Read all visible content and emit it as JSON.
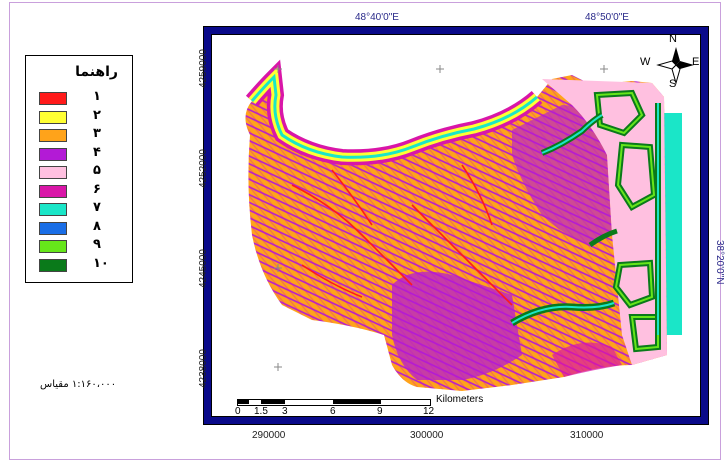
{
  "legend": {
    "title": "راهنما",
    "items": [
      {
        "label": "۱",
        "color": "#ff1a1a"
      },
      {
        "label": "۲",
        "color": "#ffff33"
      },
      {
        "label": "۳",
        "color": "#ffa31a"
      },
      {
        "label": "۴",
        "color": "#b31ad6"
      },
      {
        "label": "۵",
        "color": "#ffc0e0"
      },
      {
        "label": "۶",
        "color": "#d916a8"
      },
      {
        "label": "۷",
        "color": "#1ae6c8"
      },
      {
        "label": "۸",
        "color": "#1a6ee6"
      },
      {
        "label": "۹",
        "color": "#66e61a"
      },
      {
        "label": "۱۰",
        "color": "#0a7a1a"
      }
    ]
  },
  "scale_text": "۱:۱۶۰،۰۰۰ مقیاس",
  "graticule": {
    "top_longitudes": [
      "48°40'0\"E",
      "48°50'0\"E"
    ],
    "right_latitude": "38°20'0\"N",
    "left_northings": [
      "4259000",
      "4252000",
      "4245000",
      "4238000"
    ],
    "bottom_eastings": [
      "290000",
      "300000",
      "310000"
    ]
  },
  "north_arrow": {
    "n": "N",
    "s": "S",
    "e": "E",
    "w": "W"
  },
  "scale_bar": {
    "ticks": [
      "0",
      "1.5",
      "3",
      "6",
      "9",
      "12"
    ],
    "unit": "Kilometers"
  }
}
